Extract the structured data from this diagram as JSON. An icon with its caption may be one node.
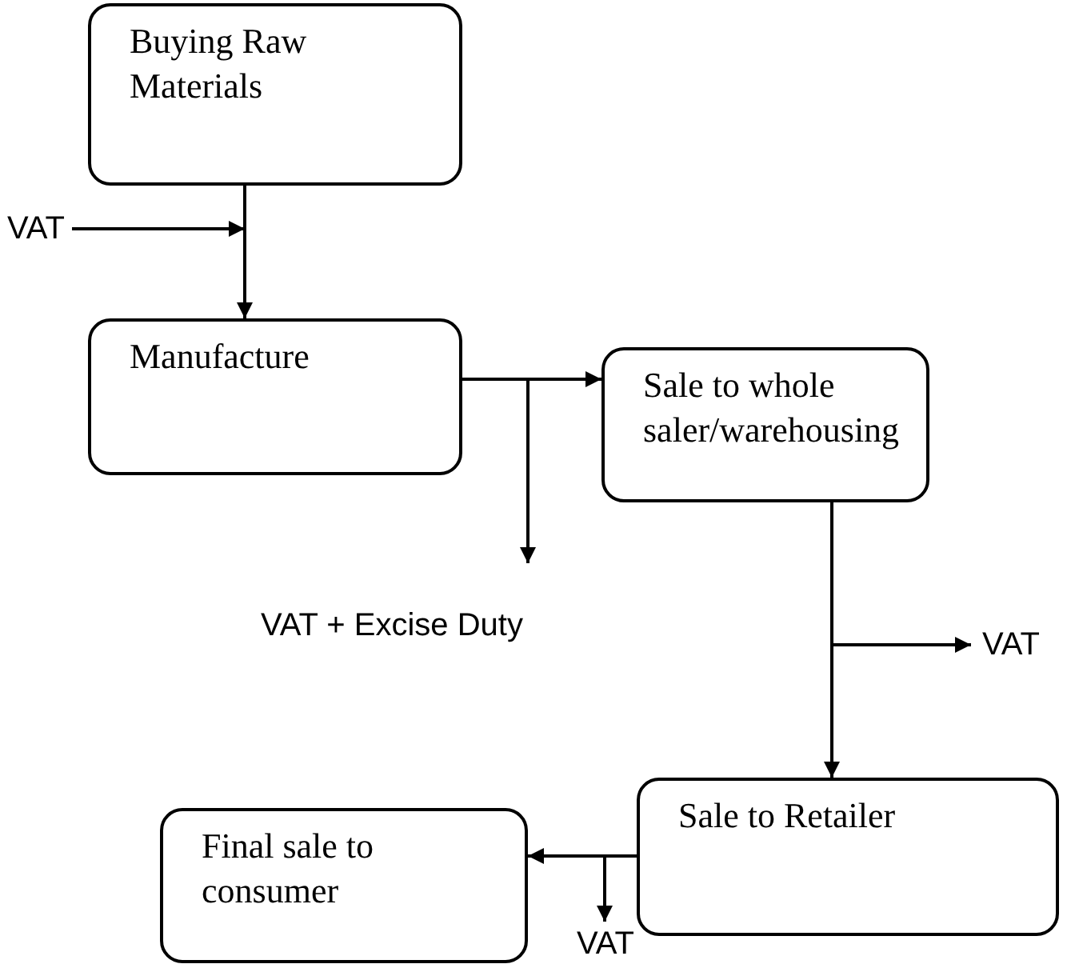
{
  "diagram": {
    "nodes": [
      {
        "text": [
          "Buying Raw Materials"
        ]
      },
      {
        "text": [
          "VAT"
        ]
      },
      {
        "text": [
          "Manufacture"
        ]
      },
      {
        "text": [
          "Sale to whole saler/warehousing"
        ]
      },
      {
        "text": [
          "VAT + Excise Duty"
        ]
      },
      {
        "text": [
          "VAT"
        ]
      },
      {
        "text": [
          "Sale to Retailer"
        ]
      },
      {
        "text": [
          "Final sale to consumer"
        ]
      },
      {
        "text": [
          "VAT"
        ]
      }
    ],
    "edges": [
      {
        "from": 0,
        "to": 2,
        "arrow": "to"
      },
      {
        "from": 1,
        "to": 0,
        "arrow": "to"
      },
      {
        "from": 2,
        "to": 3,
        "arrow": "to"
      },
      {
        "from": 2,
        "to": 4,
        "arrow": "to"
      },
      {
        "from": 3,
        "to": 6,
        "arrow": "to"
      },
      {
        "from": 3,
        "to": 5,
        "arrow": "to"
      },
      {
        "from": 6,
        "to": 7,
        "arrow": "to"
      },
      {
        "from": 6,
        "to": 8,
        "arrow": "to"
      }
    ]
  }
}
